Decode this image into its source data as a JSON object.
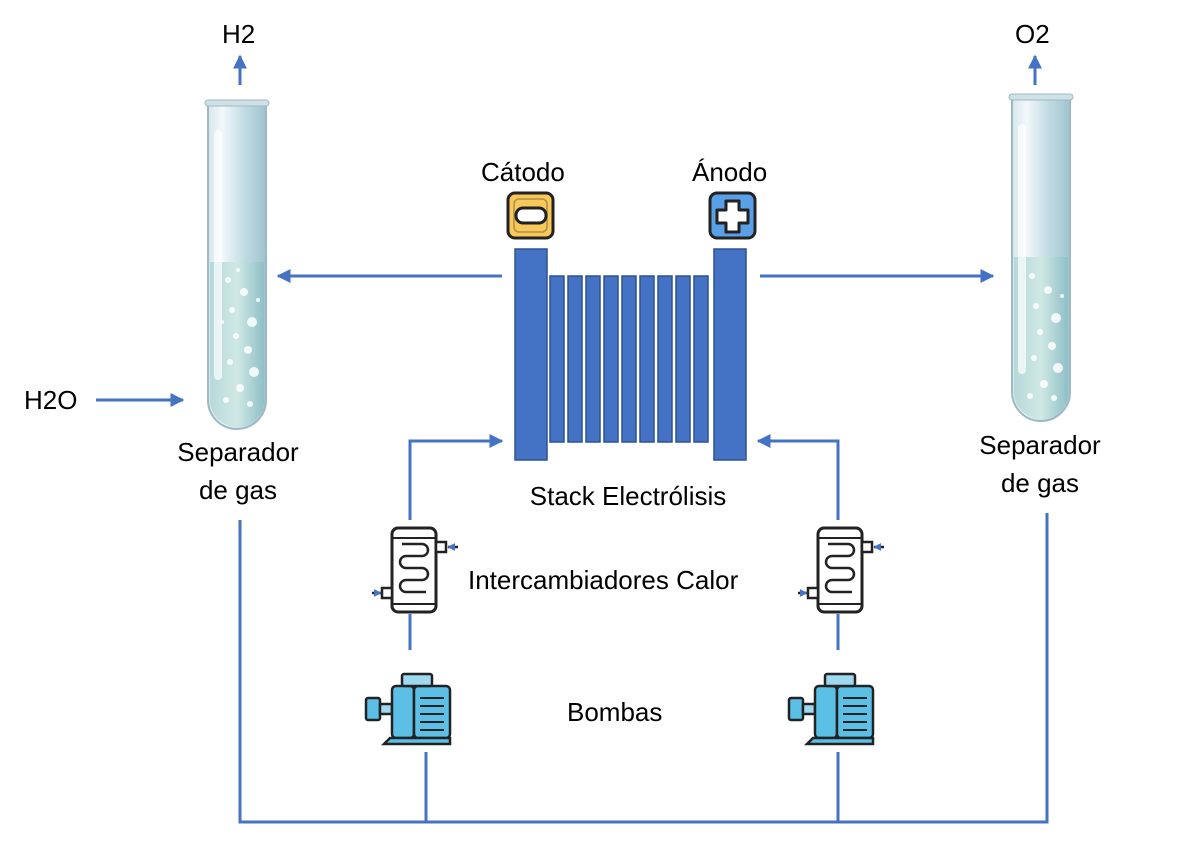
{
  "labels": {
    "h2": "H2",
    "o2": "O2",
    "h2o": "H2O",
    "catodo": "Cátodo",
    "anodo": "Ánodo",
    "separator_left_line1": "Separador",
    "separator_left_line2": "de gas",
    "separator_right_line1": "Separador",
    "separator_right_line2": "de gas",
    "stack": "Stack Electrólisis",
    "heat_exchangers": "Intercambiadores Calor",
    "pumps": "Bombas"
  },
  "colors": {
    "flow_line": "#4472c4",
    "stack_plate": "#4472c4",
    "stack_plate_border": "#2f528f",
    "cathode_badge": "#f8c95a",
    "anode_badge": "#5aa0e6",
    "pump_body": "#5bbfe6",
    "tube_liquid": "#a9cfd8"
  },
  "icons": {
    "cathode": "minus-icon",
    "anode": "plus-icon",
    "heat_exchanger": "heat-exchanger-icon",
    "pump": "pump-icon",
    "separator": "test-tube-icon"
  }
}
